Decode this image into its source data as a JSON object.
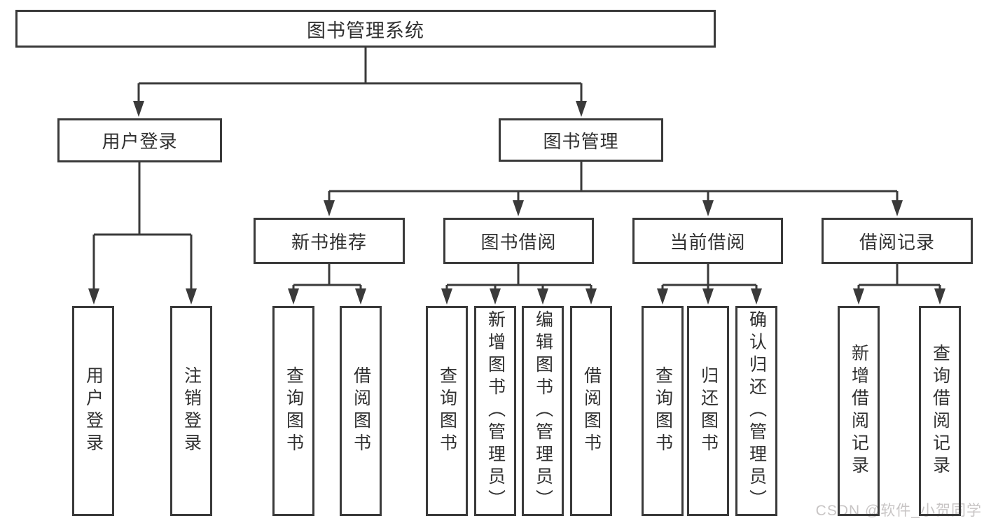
{
  "diagram": {
    "tree": {
      "label": "图书管理系统",
      "children": [
        {
          "label": "用户登录",
          "children": [
            {
              "label": "用户登录"
            },
            {
              "label": "注销登录"
            }
          ]
        },
        {
          "label": "图书管理",
          "children": [
            {
              "label": "新书推荐",
              "children": [
                {
                  "label": "查询图书"
                },
                {
                  "label": "借阅图书"
                }
              ]
            },
            {
              "label": "图书借阅",
              "children": [
                {
                  "label": "查询图书"
                },
                {
                  "label": "新增图书（管理员）"
                },
                {
                  "label": "编辑图书（管理员）"
                },
                {
                  "label": "借阅图书"
                }
              ]
            },
            {
              "label": "当前借阅",
              "children": [
                {
                  "label": "查询图书"
                },
                {
                  "label": "归还图书"
                },
                {
                  "label": "确认归还（管理员）"
                }
              ]
            },
            {
              "label": "借阅记录",
              "children": [
                {
                  "label": "新增借阅记录"
                },
                {
                  "label": "查询借阅记录"
                }
              ]
            }
          ]
        }
      ]
    }
  },
  "watermark": {
    "text": "CSDN @软件_小贺同学"
  },
  "colors": {
    "line": "#3a3a3a",
    "box_border": "#3a3a3a",
    "box_fill": "#ffffff",
    "text": "#303030",
    "watermark": "#c8c5c5",
    "background": "#ffffff"
  }
}
